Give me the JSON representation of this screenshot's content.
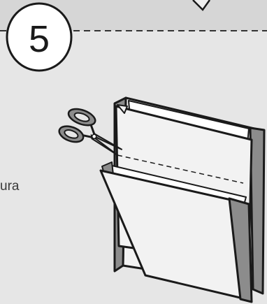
{
  "step": {
    "number": "5"
  },
  "side_text": "ura",
  "icons": {
    "scissors": "scissors-icon",
    "pocket": "folded-pocket-illustration"
  },
  "colors": {
    "background": "#e6e6e6",
    "band": "#d6d6d6",
    "paper": "#f2f2f2",
    "shade": "#8c8c8c",
    "line": "#1a1a1a"
  }
}
